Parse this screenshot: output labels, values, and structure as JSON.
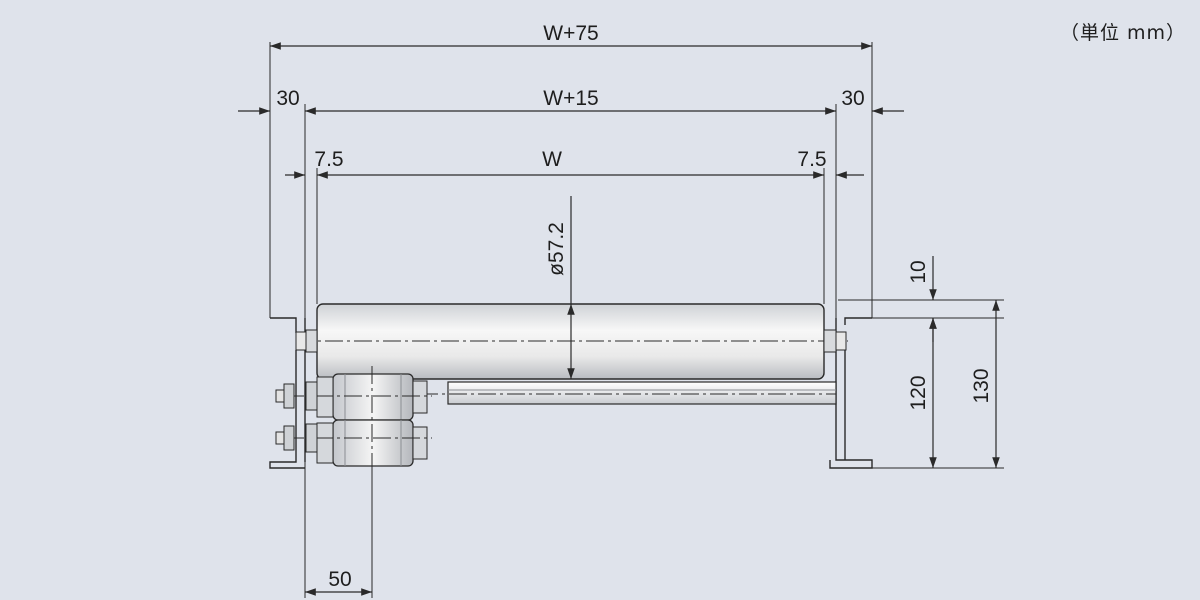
{
  "unit_label": "（単位 mm）",
  "dimensions": {
    "overall_width": "W+75",
    "frame_inner_width": "W+15",
    "roller_width": "W",
    "left_flange": "30",
    "right_flange": "30",
    "left_gap": "7.5",
    "right_gap": "7.5",
    "roller_diameter": "ø57.2",
    "top_offset": "10",
    "frame_height": "120",
    "total_height": "130",
    "wheel_spacing": "50"
  },
  "colors": {
    "background": "#dfe3eb",
    "line": "#2a2a2a",
    "roller_fill": "#f4f4f4"
  }
}
